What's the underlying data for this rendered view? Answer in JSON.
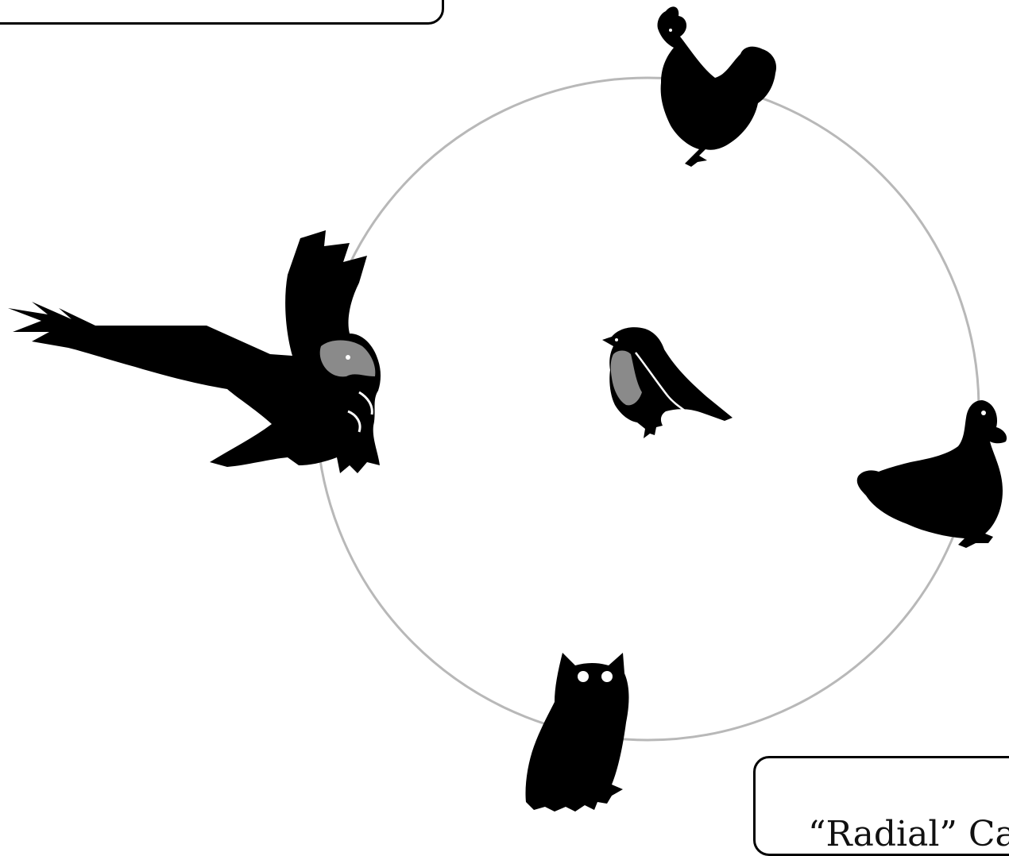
{
  "diagram": {
    "caption_box_text": "“Radial” Ca",
    "colors": {
      "circle": "#b8b8b8",
      "silhouette": "#000000",
      "accent": "#8a8a8a"
    },
    "nodes": [
      {
        "id": "rooster",
        "icon": "rooster-icon"
      },
      {
        "id": "duck",
        "icon": "duck-icon"
      },
      {
        "id": "owl",
        "icon": "owl-icon"
      },
      {
        "id": "eagle",
        "icon": "eagle-icon"
      },
      {
        "id": "robin",
        "icon": "robin-icon",
        "role": "center"
      }
    ]
  }
}
